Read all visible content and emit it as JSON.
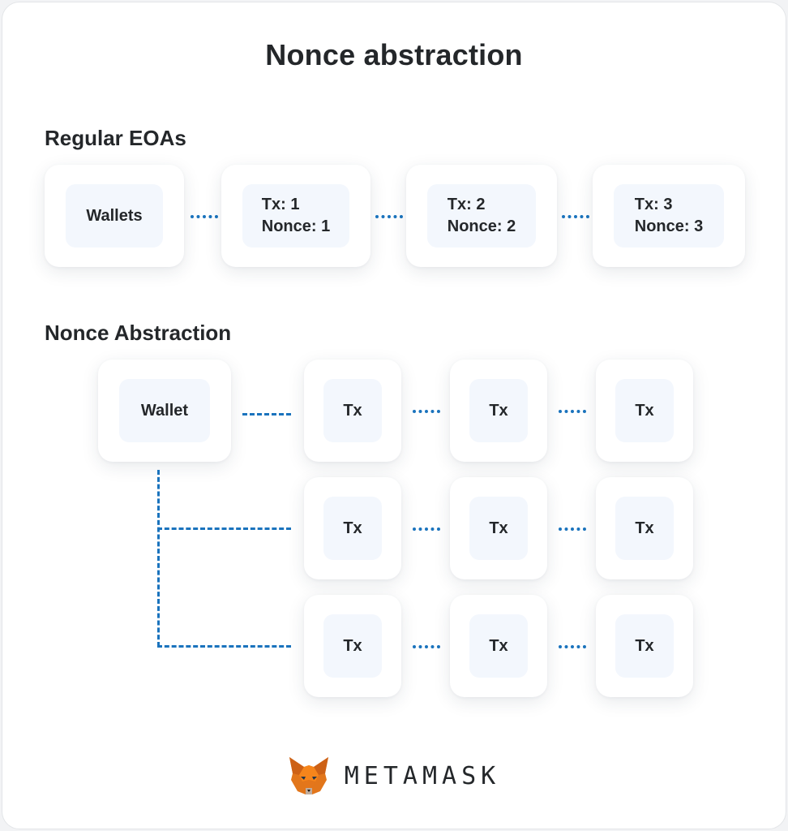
{
  "title": "Nonce abstraction",
  "regular": {
    "label": "Regular EOAs",
    "wallet": "Wallets",
    "txs": [
      {
        "tx": "Tx: 1",
        "nonce": "Nonce: 1"
      },
      {
        "tx": "Tx: 2",
        "nonce": "Nonce: 2"
      },
      {
        "tx": "Tx: 3",
        "nonce": "Nonce: 3"
      }
    ]
  },
  "abstraction": {
    "label": "Nonce Abstraction",
    "wallet": "Wallet",
    "rows": [
      [
        "Tx",
        "Tx",
        "Tx"
      ],
      [
        "Tx",
        "Tx",
        "Tx"
      ],
      [
        "Tx",
        "Tx",
        "Tx"
      ]
    ]
  },
  "footer": {
    "brand": "METAMASK",
    "logo_icon": "metamask-fox-icon"
  },
  "colors": {
    "connector": "#1a73bd",
    "inner_fill": "#f3f7fd",
    "text": "#24272a"
  }
}
